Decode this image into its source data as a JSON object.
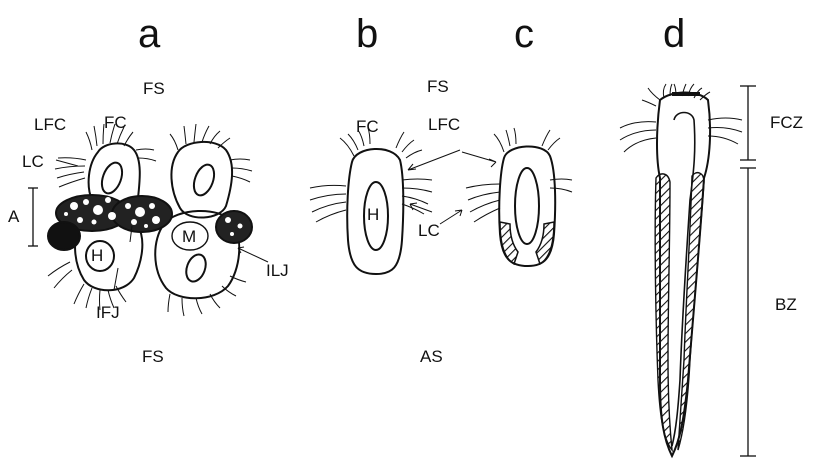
{
  "panels": {
    "a": "a",
    "b": "b",
    "c": "c",
    "d": "d"
  },
  "labels": {
    "fs_a_top": "FS",
    "fs_a_bottom": "FS",
    "fs_bc": "FS",
    "as": "AS",
    "lfc_a": "LFC",
    "fc_a": "FC",
    "lc_a": "LC",
    "a_bracket": "A",
    "h_a": "H",
    "m_a": "M",
    "ilj": "ILJ",
    "ifj": "IFJ",
    "fc_b": "FC",
    "lfc_bc": "LFC",
    "h_b": "H",
    "lc_bc": "LC",
    "fcz": "FCZ",
    "bz": "BZ"
  },
  "colors": {
    "ink": "#111111",
    "background": "#ffffff"
  }
}
